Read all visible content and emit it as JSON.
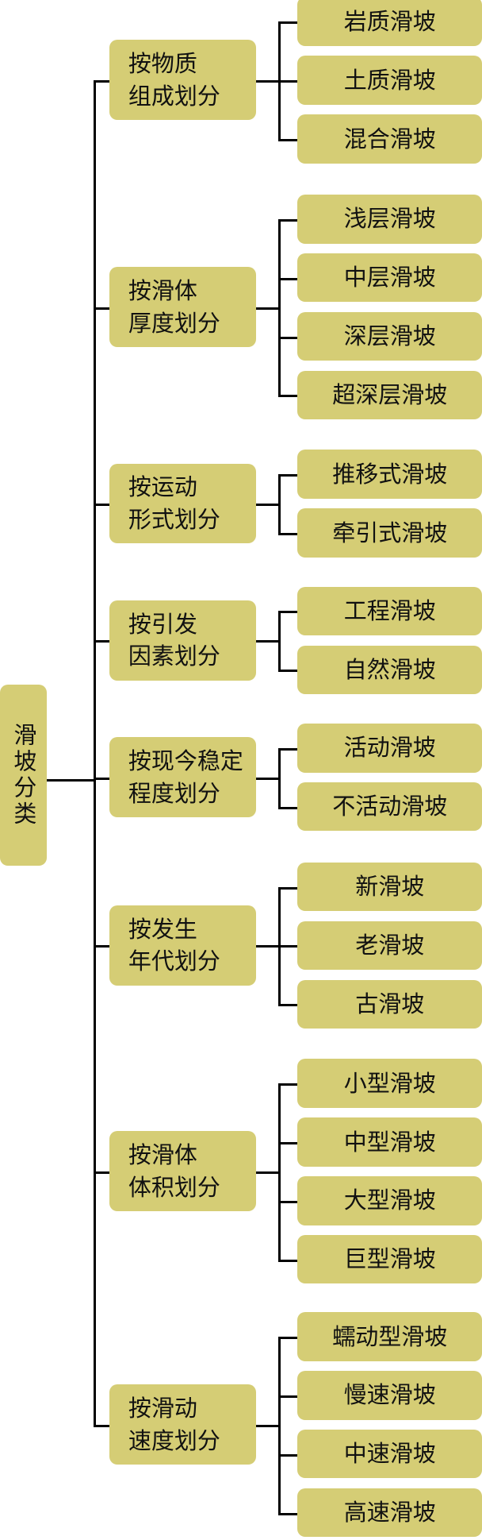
{
  "root": {
    "label": "滑坡分类"
  },
  "groups": [
    {
      "label": [
        "按物质",
        "组成划分"
      ],
      "leaves": [
        "岩质滑坡",
        "土质滑坡",
        "混合滑坡"
      ]
    },
    {
      "label": [
        "按滑体",
        "厚度划分"
      ],
      "leaves": [
        "浅层滑坡",
        "中层滑坡",
        "深层滑坡",
        "超深层滑坡"
      ]
    },
    {
      "label": [
        "按运动",
        "形式划分"
      ],
      "leaves": [
        "推移式滑坡",
        "牵引式滑坡"
      ]
    },
    {
      "label": [
        "按引发",
        "因素划分"
      ],
      "leaves": [
        "工程滑坡",
        "自然滑坡"
      ]
    },
    {
      "label": [
        "按现今稳定",
        "程度划分"
      ],
      "leaves": [
        "活动滑坡",
        "不活动滑坡"
      ]
    },
    {
      "label": [
        "按发生",
        "年代划分"
      ],
      "leaves": [
        "新滑坡",
        "老滑坡",
        "古滑坡"
      ]
    },
    {
      "label": [
        "按滑体",
        "体积划分"
      ],
      "leaves": [
        "小型滑坡",
        "中型滑坡",
        "大型滑坡",
        "巨型滑坡"
      ]
    },
    {
      "label": [
        "按滑动",
        "速度划分"
      ],
      "leaves": [
        "蠕动型滑坡",
        "慢速滑坡",
        "中速滑坡",
        "高速滑坡"
      ]
    }
  ],
  "colors": {
    "box": "#d5cd75",
    "line": "#000000"
  }
}
